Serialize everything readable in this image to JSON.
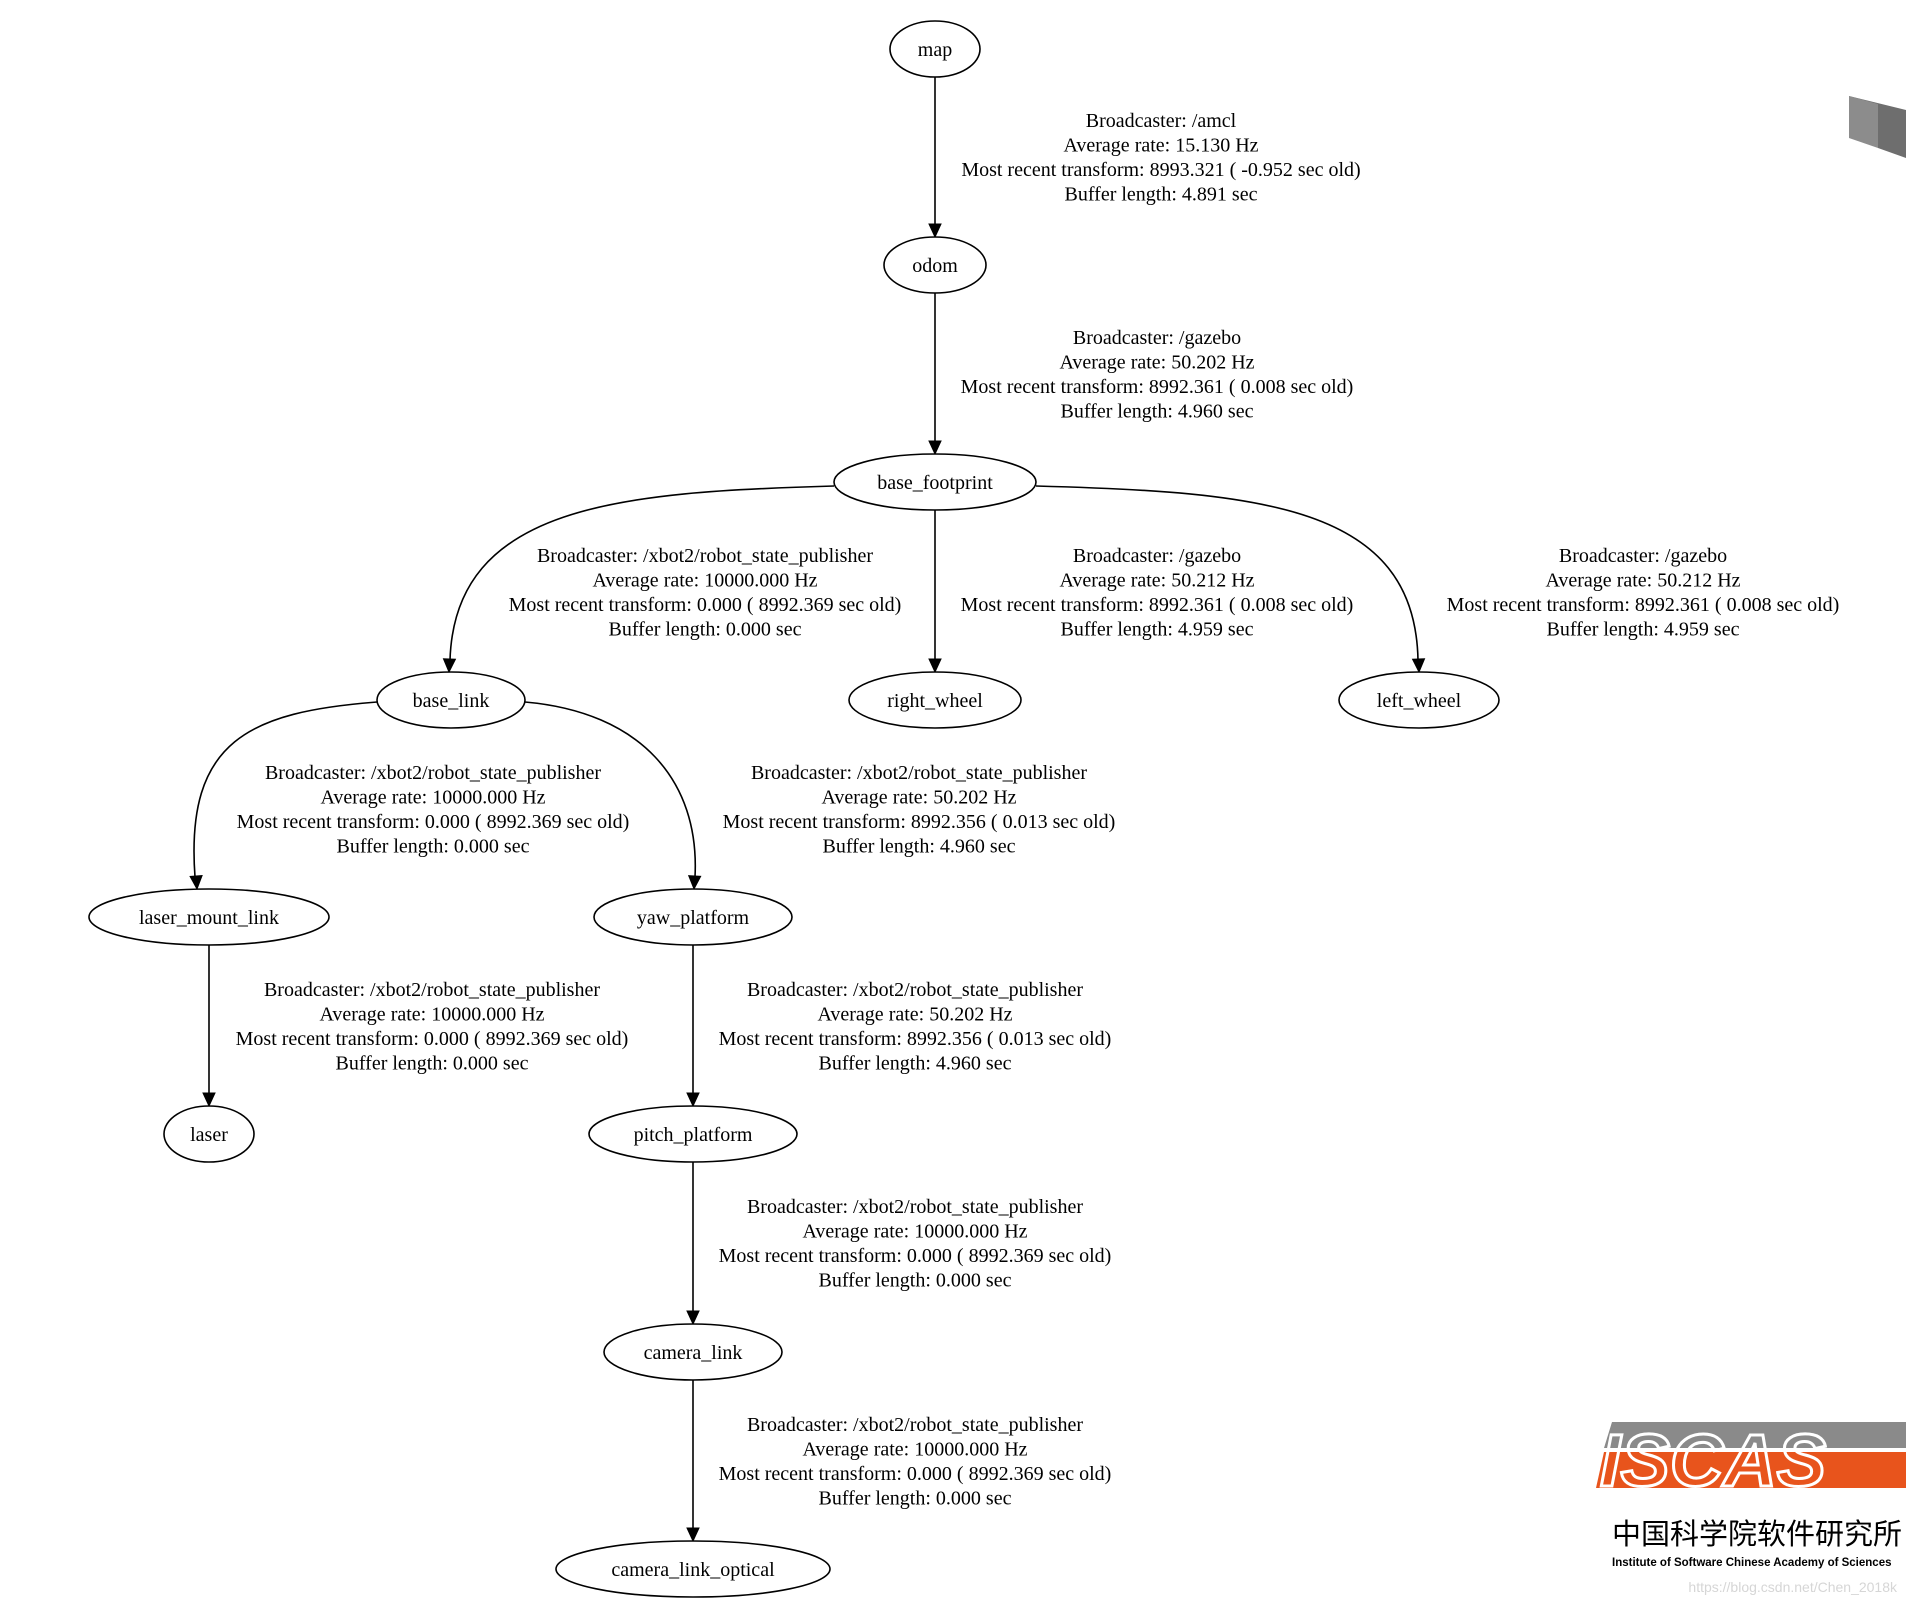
{
  "nodes": [
    {
      "id": "map",
      "label": "map"
    },
    {
      "id": "odom",
      "label": "odom"
    },
    {
      "id": "base_footprint",
      "label": "base_footprint"
    },
    {
      "id": "base_link",
      "label": "base_link"
    },
    {
      "id": "right_wheel",
      "label": "right_wheel"
    },
    {
      "id": "left_wheel",
      "label": "left_wheel"
    },
    {
      "id": "laser_mount_link",
      "label": "laser_mount_link"
    },
    {
      "id": "yaw_platform",
      "label": "yaw_platform"
    },
    {
      "id": "laser",
      "label": "laser"
    },
    {
      "id": "pitch_platform",
      "label": "pitch_platform"
    },
    {
      "id": "camera_link",
      "label": "camera_link"
    },
    {
      "id": "camera_link_optical",
      "label": "camera_link_optical"
    }
  ],
  "edges": [
    {
      "from": "map",
      "to": "odom",
      "lines": [
        "Broadcaster: /amcl",
        "Average rate: 15.130 Hz",
        "Most recent transform: 8993.321 ( -0.952 sec old)",
        "Buffer length: 4.891 sec"
      ]
    },
    {
      "from": "odom",
      "to": "base_footprint",
      "lines": [
        "Broadcaster: /gazebo",
        "Average rate: 50.202 Hz",
        "Most recent transform: 8992.361 ( 0.008 sec old)",
        "Buffer length: 4.960 sec"
      ]
    },
    {
      "from": "base_footprint",
      "to": "base_link",
      "lines": [
        "Broadcaster: /xbot2/robot_state_publisher",
        "Average rate: 10000.000 Hz",
        "Most recent transform: 0.000 ( 8992.369 sec old)",
        "Buffer length: 0.000 sec"
      ]
    },
    {
      "from": "base_footprint",
      "to": "right_wheel",
      "lines": [
        "Broadcaster: /gazebo",
        "Average rate: 50.212 Hz",
        "Most recent transform: 8992.361 ( 0.008 sec old)",
        "Buffer length: 4.959 sec"
      ]
    },
    {
      "from": "base_footprint",
      "to": "left_wheel",
      "lines": [
        "Broadcaster: /gazebo",
        "Average rate: 50.212 Hz",
        "Most recent transform: 8992.361 ( 0.008 sec old)",
        "Buffer length: 4.959 sec"
      ]
    },
    {
      "from": "base_link",
      "to": "laser_mount_link",
      "lines": [
        "Broadcaster: /xbot2/robot_state_publisher",
        "Average rate: 10000.000 Hz",
        "Most recent transform: 0.000 ( 8992.369 sec old)",
        "Buffer length: 0.000 sec"
      ]
    },
    {
      "from": "base_link",
      "to": "yaw_platform",
      "lines": [
        "Broadcaster: /xbot2/robot_state_publisher",
        "Average rate: 50.202 Hz",
        "Most recent transform: 8992.356 ( 0.013 sec old)",
        "Buffer length: 4.960 sec"
      ]
    },
    {
      "from": "laser_mount_link",
      "to": "laser",
      "lines": [
        "Broadcaster: /xbot2/robot_state_publisher",
        "Average rate: 10000.000 Hz",
        "Most recent transform: 0.000 ( 8992.369 sec old)",
        "Buffer length: 0.000 sec"
      ]
    },
    {
      "from": "yaw_platform",
      "to": "pitch_platform",
      "lines": [
        "Broadcaster: /xbot2/robot_state_publisher",
        "Average rate: 50.202 Hz",
        "Most recent transform: 8992.356 ( 0.013 sec old)",
        "Buffer length: 4.960 sec"
      ]
    },
    {
      "from": "pitch_platform",
      "to": "camera_link",
      "lines": [
        "Broadcaster: /xbot2/robot_state_publisher",
        "Average rate: 10000.000 Hz",
        "Most recent transform: 0.000 ( 8992.369 sec old)",
        "Buffer length: 0.000 sec"
      ]
    },
    {
      "from": "camera_link",
      "to": "camera_link_optical",
      "lines": [
        "Broadcaster: /xbot2/robot_state_publisher",
        "Average rate: 10000.000 Hz",
        "Most recent transform: 0.000 ( 8992.369 sec old)",
        "Buffer length: 0.000 sec"
      ]
    }
  ],
  "logo": {
    "name": "ISCAS",
    "chinese_name": "中国科学院软件研究所",
    "english_name": "Institute of Software Chinese Academy of Sciences",
    "accent_color": "#e8541c",
    "gray_color": "#8a8a8a"
  },
  "watermark": "https://blog.csdn.net/Chen_2018k",
  "corner_icon": "gray-book-icon"
}
